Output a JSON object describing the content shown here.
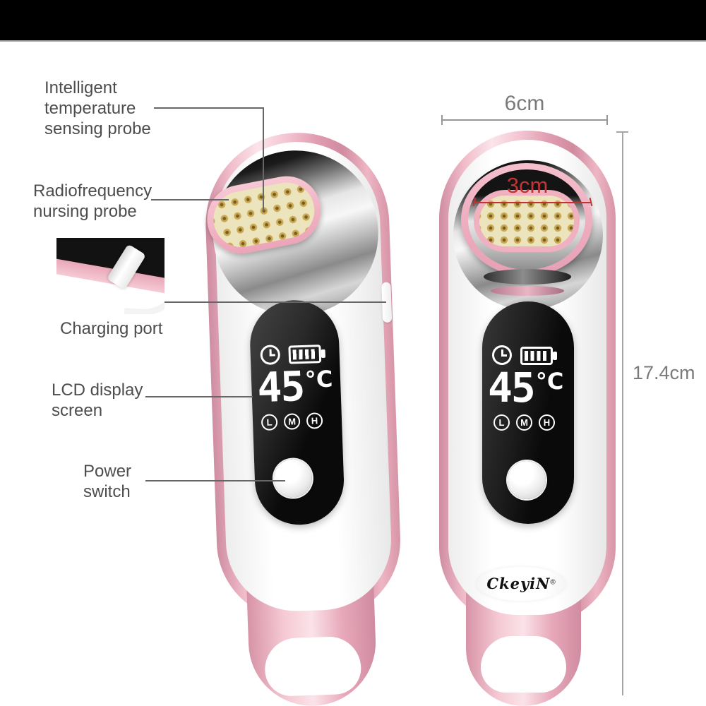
{
  "annotations": {
    "temp_probe": {
      "line1": "Intelligent",
      "line2": "temperature",
      "line3": "sensing probe"
    },
    "rf_probe": {
      "line1": "Radiofrequency",
      "line2": "nursing probe"
    },
    "charging_port": {
      "label": "Charging port"
    },
    "lcd_screen": {
      "line1": "LCD display",
      "line2": "screen"
    },
    "power_switch": {
      "line1": "Power",
      "line2": "switch"
    }
  },
  "dimensions": {
    "device_width": "6cm",
    "device_height": "17.4cm",
    "probe_head_width": "3cm"
  },
  "device": {
    "brand": "CkeyiN",
    "registered_mark": "®",
    "lcd": {
      "temperature": "45",
      "unit": "°C",
      "level_low": "L",
      "level_medium": "M",
      "level_high": "H"
    }
  },
  "icons": {
    "clock": "clock-icon",
    "battery": "battery-icon"
  },
  "colors": {
    "rose_gold": "#e8a9ba",
    "probe_pins_gold": "#c8a751",
    "accent_red": "#c23434",
    "lcd_background": "#111111",
    "label_gray": "#4d4d4d",
    "dimension_gray": "#7a7a7a"
  }
}
